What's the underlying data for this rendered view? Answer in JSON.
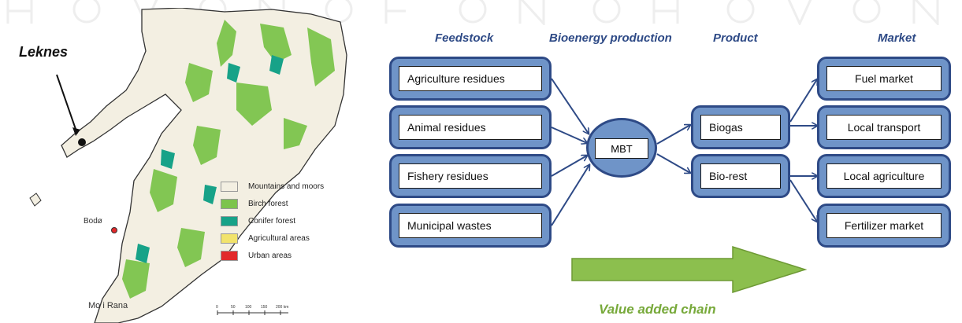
{
  "map": {
    "marker_label": "Leknes",
    "places": [
      "Bodø",
      "Mo i Rana"
    ],
    "legend": [
      {
        "label": "Mountains and moors",
        "color": "#f3efe2"
      },
      {
        "label": "Birch forest",
        "color": "#7cc44c"
      },
      {
        "label": "Conifer forest",
        "color": "#17a288"
      },
      {
        "label": "Agricultural areas",
        "color": "#f2e36b"
      },
      {
        "label": "Urban areas",
        "color": "#e2282a"
      }
    ],
    "scale_labels": [
      "0",
      "50",
      "100",
      "150",
      "200 km"
    ]
  },
  "diagram": {
    "headers": {
      "feedstock": "Feedstock",
      "bioenergy": "Bioenergy production",
      "product": "Product",
      "market": "Market"
    },
    "feedstock": [
      "Agriculture residues",
      "Animal residues",
      "Fishery residues",
      "Municipal wastes"
    ],
    "process": "MBT",
    "products": [
      "Biogas",
      "Bio-rest"
    ],
    "markets": [
      "Fuel market",
      "Local transport",
      "Local agriculture",
      "Fertilizer market"
    ],
    "value_chain_label": "Value added chain",
    "colors": {
      "box_fill": "#6f94c8",
      "box_border": "#2e4a86",
      "header_text": "#2e4a86",
      "chain_arrow": "#8cbf4e",
      "chain_text": "#77a93a"
    }
  }
}
